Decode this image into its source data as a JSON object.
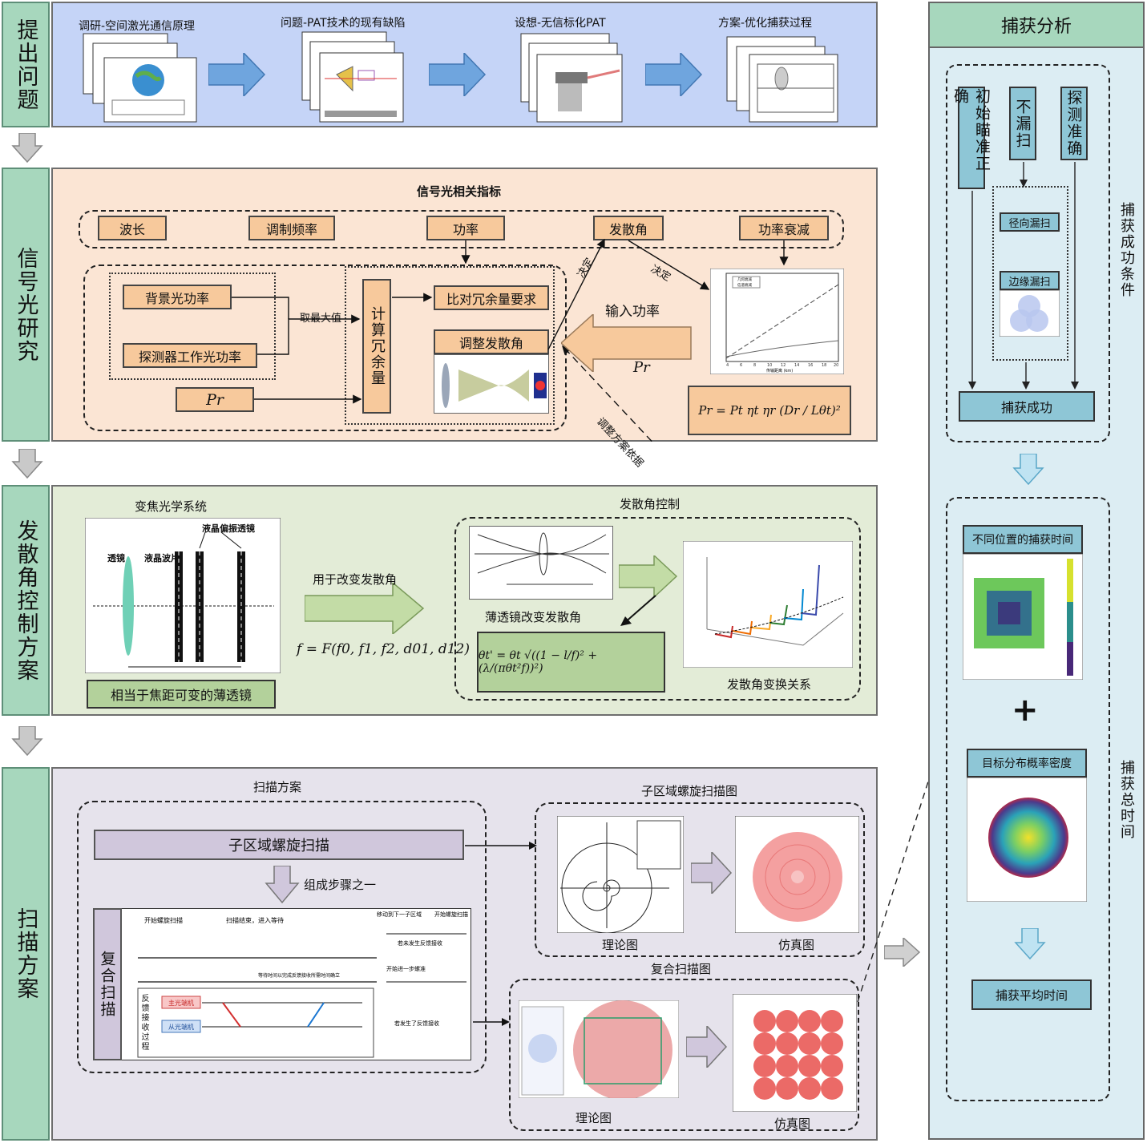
{
  "rows": {
    "problem": "提出问题",
    "signal": "信号光研究",
    "divergence": "发散角控制方案",
    "scan": "扫描方案"
  },
  "problem_row": {
    "step1": "调研-空间激光通信原理",
    "step2": "问题-PAT技术的现有缺陷",
    "step3": "设想-无信标化PAT",
    "step4": "方案-优化捕获过程"
  },
  "signal_row": {
    "title": "信号光相关指标",
    "metrics": [
      "波长",
      "调制频率",
      "功率",
      "发散角",
      "功率衰减"
    ],
    "background_power": "背景光功率",
    "detector_power": "探测器工作光功率",
    "take_max": "取最大值",
    "compute_margin": "计算冗余量",
    "compare_margin": "比对冗余量要求",
    "adjust_angle": "调整发散角",
    "decide": "决定",
    "input_power": "输入功率",
    "pr": "Pr",
    "adjust_basis": "调整方案依据",
    "formula": "Pr = Pt ηt ηr (Dr / Lθt)²",
    "chart_legend": [
      "几何衰减",
      "信道衰减"
    ],
    "chart_xlabel": "传输距离 (km)",
    "chart_xticks": [
      "4",
      "6",
      "8",
      "10",
      "12",
      "14",
      "16",
      "18",
      "20"
    ]
  },
  "div_row": {
    "zoom_title": "变焦光学系统",
    "lens": "透镜",
    "lc_wave": "液晶波片",
    "lc_pol": "液晶偏振透镜",
    "equiv": "相当于焦距可变的薄透镜",
    "use_for": "用于改变发散角",
    "f_formula": "f = F(f0, f1, f2, d01, d12)",
    "ctrl_title": "发散角控制",
    "thin_lens": "薄透镜改变发散角",
    "theta_formula": "θt' = θt √((1 − l/f)² + (λ/(πθt²f))²)",
    "relation": "发散角变换关系"
  },
  "scan_row": {
    "scheme": "扫描方案",
    "sub_spiral": "子区域螺旋扫描",
    "step_of": "组成步骤之一",
    "composite": "复合扫描",
    "feedback": "反馈接收过程",
    "master": "主光端机",
    "slave": "从光端机",
    "spiral_map": "子区域螺旋扫描图",
    "composite_map": "复合扫描图",
    "theory": "理论图",
    "simulation": "仿真图",
    "timeline_labels": [
      "开始螺旋扫描",
      "扫描结束，进入等待",
      "移动到下一子区域",
      "开始螺旋扫描",
      "若未发生反馈接收",
      "开始进一步螺准",
      "若发生了反馈接收",
      "等待时间以完成反馈接收所需时间确立"
    ]
  },
  "capture": {
    "title": "捕获分析",
    "c1": "初始瞄准正确",
    "c2": "不漏扫",
    "c3": "探测准确",
    "radial": "径向漏扫",
    "edge": "边缘漏扫",
    "success": "捕获成功",
    "success_cond": "捕获成功条件",
    "time_pos": "不同位置的捕获时间",
    "plus": "+",
    "density": "目标分布概率密度",
    "avg": "捕获平均时间",
    "total": "捕获总时间"
  }
}
